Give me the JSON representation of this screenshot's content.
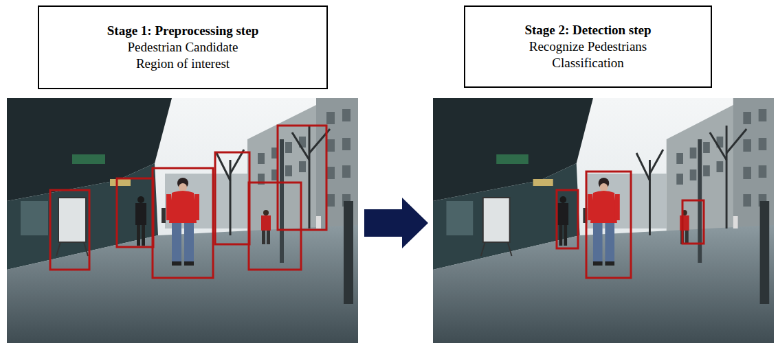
{
  "diagram": {
    "nodes": [
      {
        "text": [
          "Stage 1: Preprocessing step",
          "Pedestrian Candidate",
          "Region of interest"
        ]
      },
      {
        "text": [
          "Stage 2: Detection step",
          "Recognize Pedestrians",
          "Classification"
        ]
      }
    ]
  }
}
